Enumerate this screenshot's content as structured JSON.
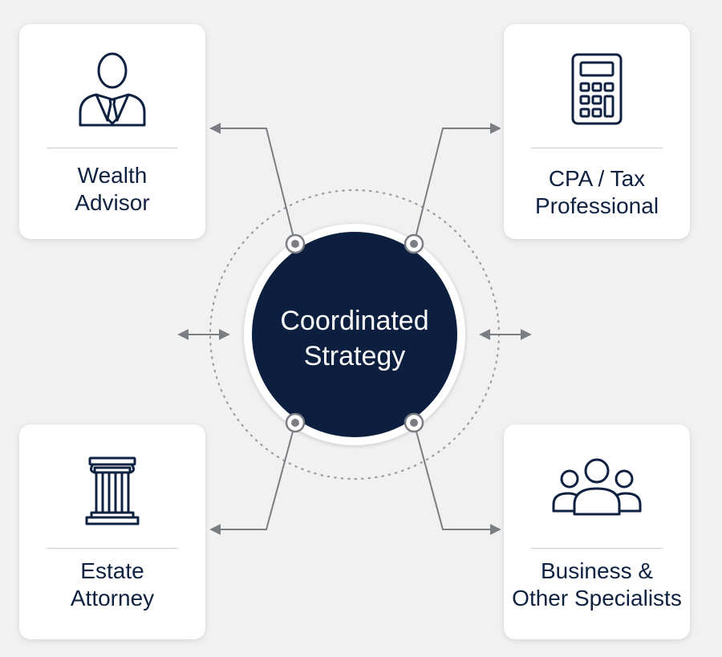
{
  "hub": {
    "line1": "Coordinated",
    "line2": "Strategy"
  },
  "cards": [
    {
      "icon": "person-with-tie-icon",
      "line1": "Wealth",
      "line2": "Advisor"
    },
    {
      "icon": "calculator-icon",
      "line1": "CPA / Tax",
      "line2": "Professional"
    },
    {
      "icon": "column-pillar-icon",
      "line1": "Estate",
      "line2": "Attorney"
    },
    {
      "icon": "group-people-icon",
      "line1": "Business &",
      "line2": "Other Specialists"
    }
  ],
  "colors": {
    "navy": "#0c1f3f",
    "connector": "#7a7d82",
    "background": "#f1f1f2",
    "card": "#ffffff"
  }
}
